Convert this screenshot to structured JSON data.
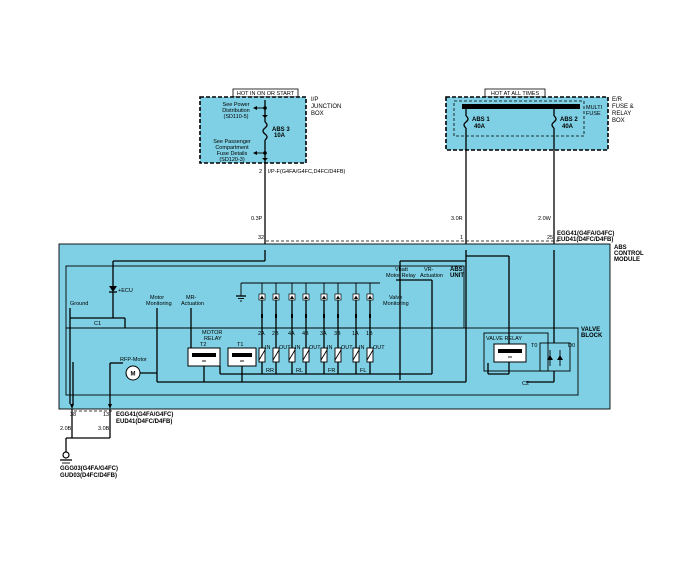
{
  "colors": {
    "module_fill": "#7fd0e4",
    "frame": "#000000",
    "background": "#ffffff"
  },
  "ij_box": {
    "hot_label": "HOT IN ON OR START",
    "title_1": "I/P",
    "title_2": "JUNCTION",
    "title_3": "BOX",
    "see_power_1": "See Power",
    "see_power_2": "Distribution",
    "see_power_3": "(SD110-5)",
    "fuse_name": "ABS 3",
    "fuse_rating": "10A",
    "see_pass_1": "See Passenger",
    "see_pass_2": "Compartment",
    "see_pass_3": "Fuse Details",
    "see_pass_4": "(SD120-3)",
    "pin": "2",
    "connector": "I/P-F(G4FA/G4FC,D4FC/D4FB)"
  },
  "er_box": {
    "hot_label": "HOT AT ALL TIMES",
    "title_1": "E/R",
    "title_2": "FUSE &",
    "title_3": "RELAY",
    "title_4": "BOX",
    "multi_1": "MULTI",
    "multi_2": "FUSE",
    "fuse1_name": "ABS 1",
    "fuse1_rating": "40A",
    "fuse2_name": "ABS 2",
    "fuse2_rating": "40A"
  },
  "wires": {
    "w1": "0.3P",
    "w2": "3.0R",
    "w3": "2.0W",
    "w4": "2.0B",
    "w5": "3.0B"
  },
  "module": {
    "title_1": "ABS",
    "title_2": "CONTROL",
    "title_3": "MODULE",
    "pin_32": "32",
    "pin_1": "1",
    "pin_25": "25",
    "pin_38": "38",
    "pin_13": "13",
    "top_conn_1": "EGG41(G4FA/G4FC)",
    "top_conn_2": "EUD41(D4FC/D4FB)",
    "bot_conn_1": "EGG41(G4FA/G4FC)",
    "bot_conn_2": "EUD41(D4FC/D4FB)"
  },
  "abs_unit": {
    "title_1": "ABS",
    "title_2": "UNIT",
    "ecu": "+ECU",
    "ground": "Ground",
    "c1": "C1",
    "motor_mon_1": "Motor",
    "motor_mon_2": "Monitoring",
    "mr_act_1": "MR-",
    "mr_act_2": "Actuation",
    "vbatt_1": "Vbatt",
    "vbatt_2": "Motor Relay",
    "vr_act_1": "VR-",
    "vr_act_2": "Actuation",
    "valve_mon_1": "Valve",
    "valve_mon_2": "Monitoring"
  },
  "valve_block": {
    "title_1": "VALVE",
    "title_2": "BLOCK",
    "motor_relay_1": "MOTOR",
    "motor_relay_2": "RELAY",
    "t2": "T2",
    "t1": "T1",
    "rfp_motor": "RFP-Motor",
    "motor_symbol": "M",
    "valve_relay": "VALVE RELAY",
    "t0": "T0",
    "d0": "D0",
    "c2": "C2",
    "valve_nums": [
      "2A",
      "2B",
      "4A",
      "4B",
      "3A",
      "3B",
      "1A",
      "1B"
    ],
    "in_out": [
      "IN",
      "OUT",
      "IN",
      "OUT",
      "IN",
      "OUT",
      "IN",
      "OUT"
    ],
    "wheels": [
      "RR",
      "RL",
      "FR",
      "FL"
    ]
  },
  "ground": {
    "conn_1": "GGG03(G4FA/G4FC)",
    "conn_2": "GUD03(D4FC/D4FB)"
  }
}
